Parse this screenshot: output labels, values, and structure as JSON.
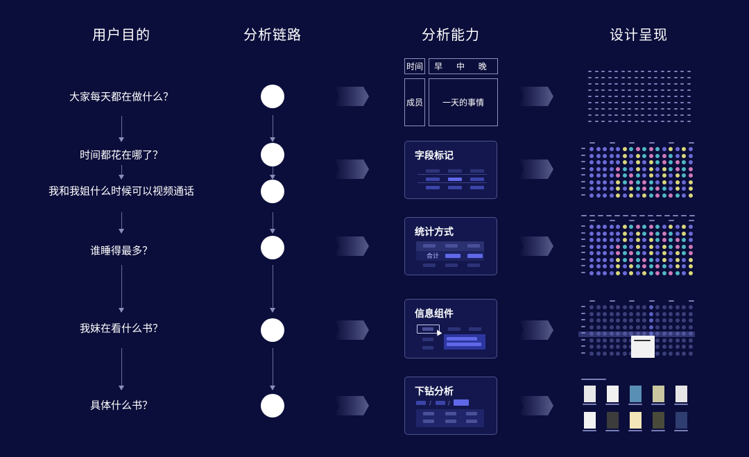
{
  "headers": {
    "purpose": "用户目的",
    "chain": "分析链路",
    "capability": "分析能力",
    "design": "设计呈现"
  },
  "questions": [
    "大家每天都在做什么？",
    "时间都花在哪了？",
    "我和我姐什么时候可以视频通话",
    "谁睡得最多？",
    "我妹在看什么书？",
    "具体什么书？"
  ],
  "capability_cards": {
    "matrix": {
      "row_label": "时间",
      "col_label": "早 中 晚",
      "member_label": "成员",
      "body_label": "一天的事情"
    },
    "field_marking": {
      "title": "字段标记"
    },
    "statistics": {
      "title": "统计方式",
      "total_label": "合计"
    },
    "info_component": {
      "title": "信息组件"
    },
    "drilldown": {
      "title": "下钻分析"
    }
  },
  "colors": {
    "background": "#0b0d3a",
    "card_bg": "#13174d",
    "card_border": "#4e5391",
    "accent_blue": "#5a63e0",
    "dot_purple": "#6b6bd6",
    "dot_teal": "#4fb8c4",
    "dot_yellow": "#d9d77c",
    "dot_pink": "#d07ab8"
  }
}
